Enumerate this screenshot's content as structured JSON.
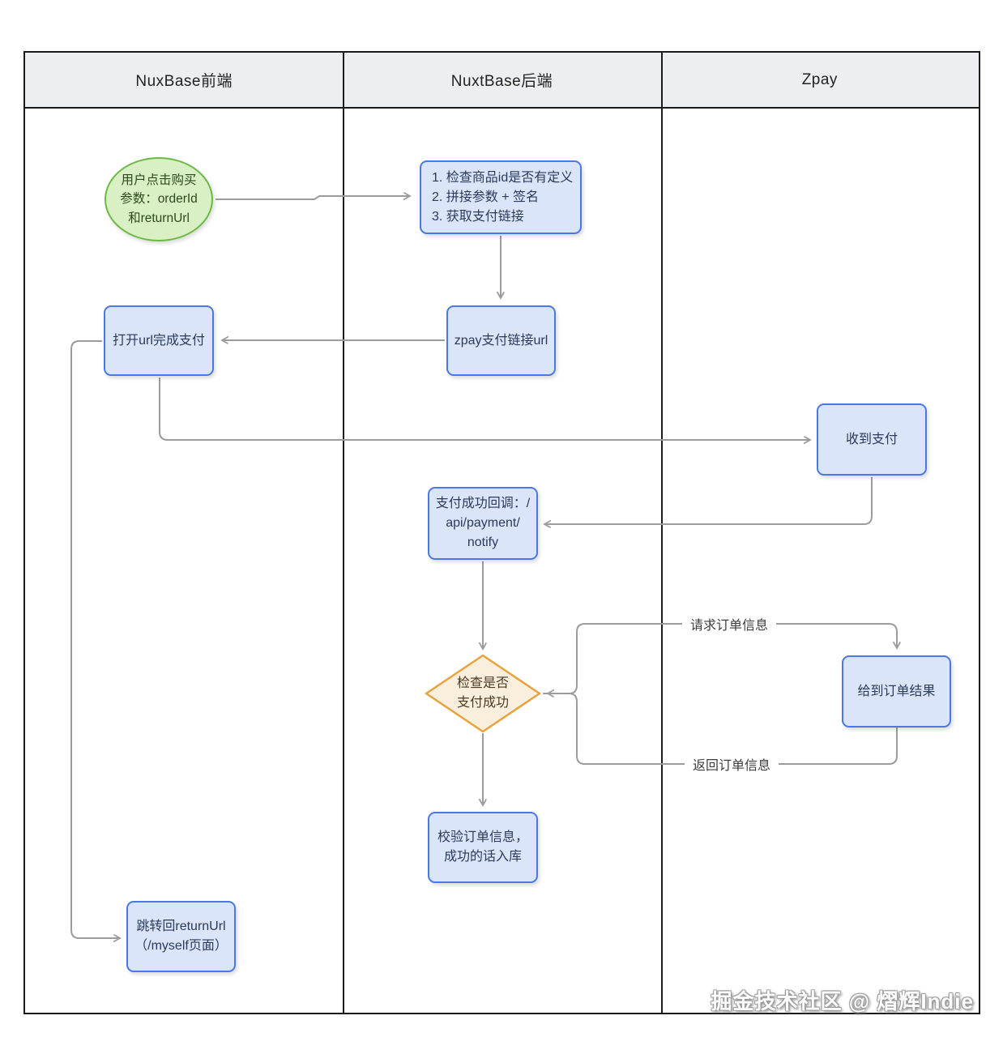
{
  "lanes": [
    {
      "label": "NuxBase前端"
    },
    {
      "label": "NuxtBase后端"
    },
    {
      "label": "Zpay"
    }
  ],
  "nodes": {
    "user_click": {
      "text": "用户点击购买\n参数：orderId\n和returnUrl",
      "shape": "ellipse-start"
    },
    "check_steps": {
      "text": "1. 检查商品id是否有定义\n2. 拼接参数 + 签名\n3. 获取支付链接",
      "shape": "process"
    },
    "zpay_url": {
      "text": "zpay支付链接url",
      "shape": "process"
    },
    "open_url": {
      "text": "打开url完成支付",
      "shape": "process"
    },
    "receive_payment": {
      "text": "收到支付",
      "shape": "process"
    },
    "notify_callback": {
      "text": "支付成功回调：/\napi/payment/\nnotify",
      "shape": "process"
    },
    "check_success": {
      "text": "检查是否\n支付成功",
      "shape": "decision"
    },
    "order_result": {
      "text": "给到订单结果",
      "shape": "process"
    },
    "verify_store": {
      "text": "校验订单信息，\n成功的话入库",
      "shape": "process"
    },
    "redirect_return": {
      "text": "跳转回returnUrl\n（/myself页面）",
      "shape": "process"
    }
  },
  "edge_labels": {
    "request_order": "请求订单信息",
    "return_order": "返回订单信息"
  },
  "watermark": "掘金技术社区 @ 熠辉Indie",
  "colors": {
    "process_fill": "#dbe5f9",
    "process_stroke": "#4a78e6",
    "start_fill": "#d8f0c3",
    "start_stroke": "#6db945",
    "decision_fill": "#faeedc",
    "decision_stroke": "#e8a23e",
    "connector": "#9c9c9c",
    "lane_header_fill": "#edeef1",
    "lane_border": "#1b1b1b"
  }
}
